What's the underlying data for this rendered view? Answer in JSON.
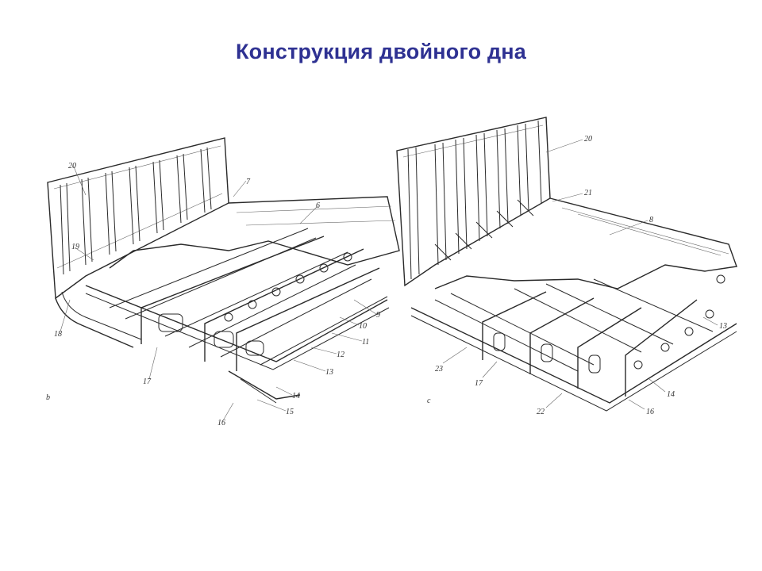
{
  "title": "Конструкция двойного дна",
  "figure_b": {
    "panel_letter": "b",
    "labels": [
      "20",
      "7",
      "6",
      "19",
      "18",
      "17",
      "9",
      "10",
      "11",
      "12",
      "13",
      "14",
      "15",
      "16"
    ]
  },
  "figure_c": {
    "panel_letter": "c",
    "labels": [
      "20",
      "21",
      "8",
      "13",
      "23",
      "17",
      "14",
      "22",
      "16"
    ]
  }
}
